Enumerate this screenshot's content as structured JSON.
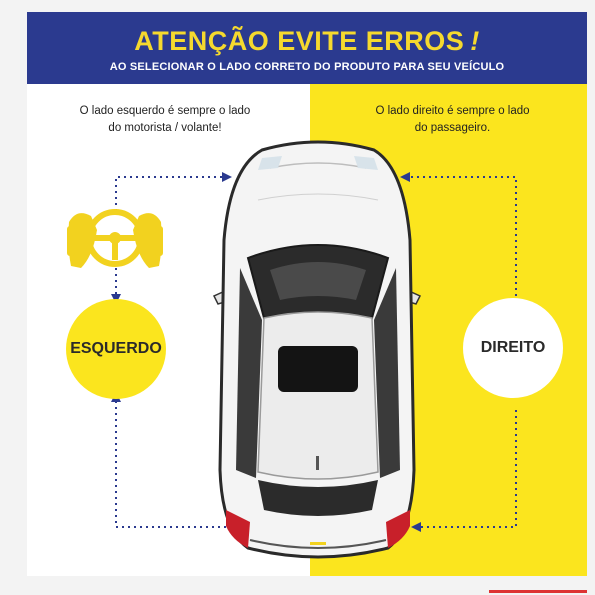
{
  "banner": {
    "title": "ATENÇÃO EVITE ERROS",
    "exclamation": "!",
    "subtitle": "AO SELECIONAR O LADO CORRETO DO PRODUTO PARA SEU VEÍCULO"
  },
  "left": {
    "note_line1": "O lado esquerdo é sempre o lado",
    "note_line2": "do motorista / volante!",
    "circle_label": "ESQUERDO",
    "icon": "steering-wheel-hands-icon"
  },
  "right": {
    "note_line1": "O lado direito é sempre o lado",
    "note_line2": "do passageiro.",
    "circle_label": "DIREITO"
  },
  "colors": {
    "navy": "#2b3a8f",
    "yellow": "#fbe51e",
    "white": "#ffffff",
    "arrow": "#2b3a8f"
  }
}
